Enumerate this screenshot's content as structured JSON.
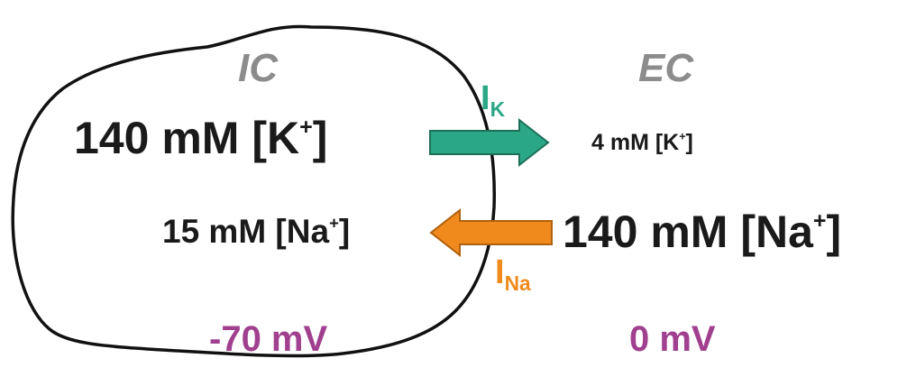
{
  "regions": {
    "intracellular": "IC",
    "extracellular": "EC"
  },
  "intracellular": {
    "k_concentration": "140 mM [K",
    "na_concentration": "15 mM [Na",
    "membrane_potential": "-70 mV"
  },
  "extracellular": {
    "k_concentration": "4 mM [K",
    "na_concentration": "140 mM [Na",
    "potential": "0 mV"
  },
  "ion_labels": {
    "plus": "+",
    "bracket_close": "]"
  },
  "currents": {
    "potassium": {
      "symbol": "I",
      "subscript": "K",
      "color": "#2aa886"
    },
    "sodium": {
      "symbol": "I",
      "subscript": "Na",
      "color": "#f08a1c"
    }
  },
  "colors": {
    "region_label": "#8c8c8c",
    "voltage": "#a0408f",
    "text": "#1a1a1a"
  }
}
